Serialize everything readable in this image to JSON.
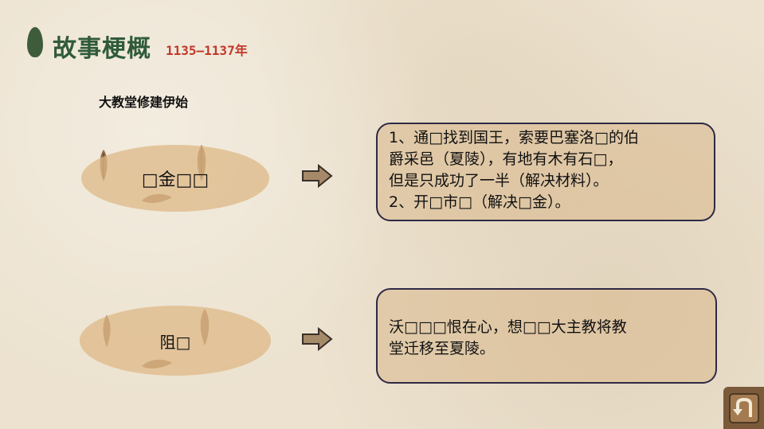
{
  "header": {
    "title": "故事梗概",
    "years": "1135–1137年"
  },
  "subtitle": "大教堂修建伊始",
  "sections": [
    {
      "label": "□金□□",
      "text": [
        "1、通□找到国王，索要巴塞洛□的伯",
        "爵采邑（夏陵），有地有木有石□，",
        "但是只成功了一半（解决材料）。",
        "2、开□市□（解决□金）。"
      ]
    },
    {
      "label": "阻□",
      "text": [
        "沃□□□恨在心，想□□大主教将教",
        "堂迁移至夏陵。"
      ]
    }
  ],
  "icons": {
    "nav": "return-arrow-icon",
    "arrow": "right-arrow-icon"
  },
  "colors": {
    "title": "#2f5a3a",
    "years": "#c0392b",
    "ellipse": "#deb887",
    "border": "#2f2a44"
  }
}
